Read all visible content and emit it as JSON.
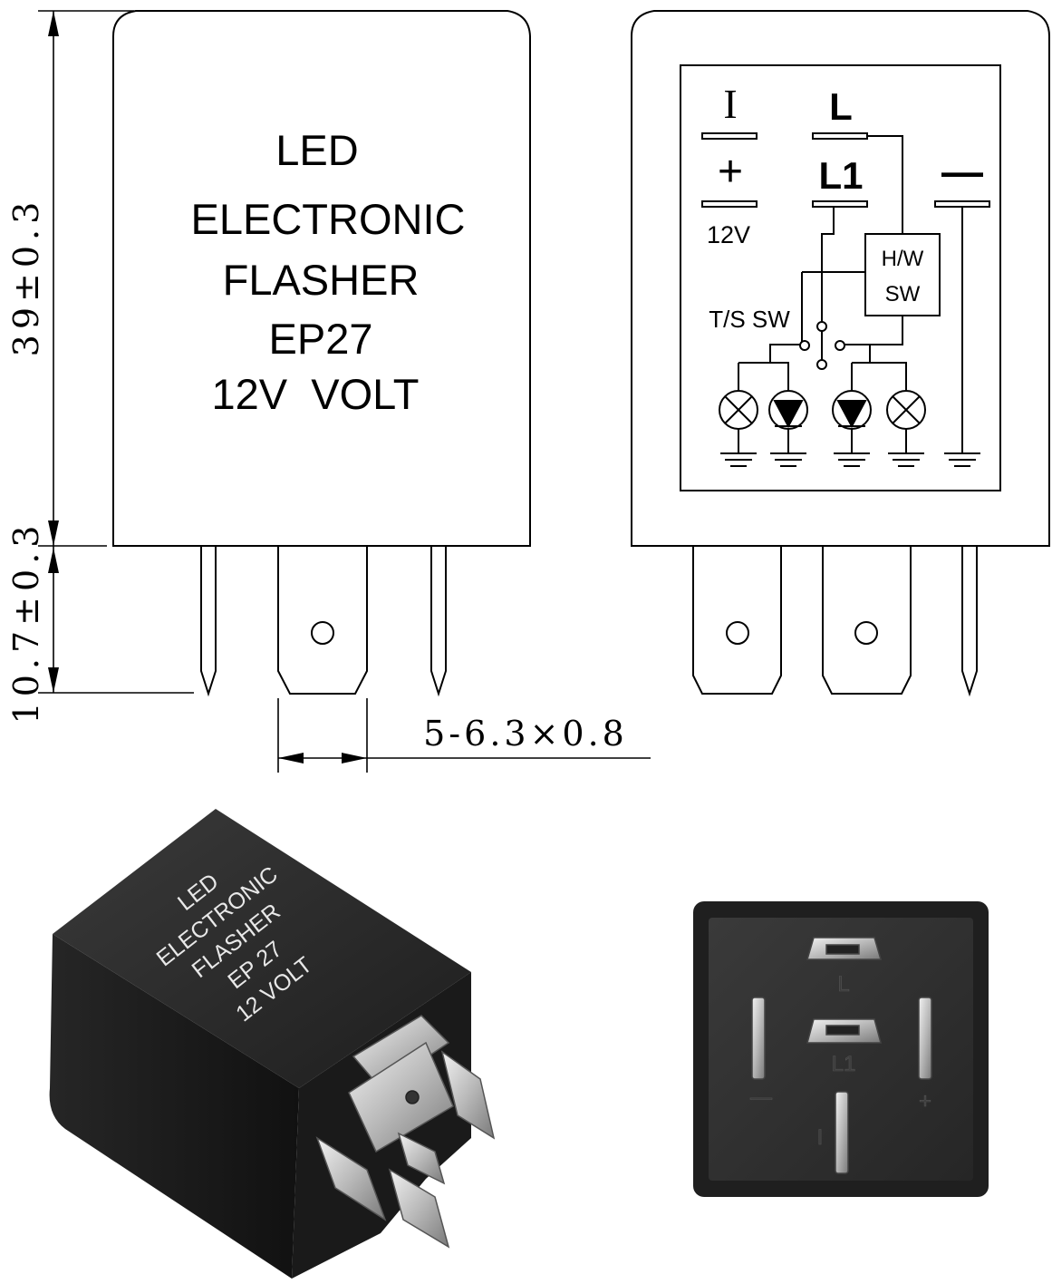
{
  "front_label": {
    "line1": "LED",
    "line2": "ELECTRONIC",
    "line3": "FLASHER",
    "line4": "EP27",
    "line5": "12V  VOLT"
  },
  "dimensions": {
    "body_height": "39±0.3",
    "pin_height": "10.7±0.3",
    "terminal_spec": "5-6.3×0.8"
  },
  "schematic": {
    "term_i": "I",
    "term_l": "L",
    "term_plus": "+",
    "term_l1": "L1",
    "term_minus": "—",
    "voltage": "12V",
    "hw_line1": "H/W",
    "hw_line2": "SW",
    "ts_sw": "T/S SW"
  },
  "photo_label": {
    "line1": "LED",
    "line2": "ELECTRONIC",
    "line3": "FLASHER",
    "line4": "EP 27",
    "line5": "12 VOLT"
  },
  "bottom_pins": {
    "l": "L",
    "l1": "L1",
    "minus": "—",
    "plus": "+",
    "i": "I"
  },
  "colors": {
    "line": "#000000",
    "housing": "#2a2a2a",
    "housing_dark": "#161616",
    "metal": "#c9c9c9",
    "label_print": "#e8e8e8"
  }
}
